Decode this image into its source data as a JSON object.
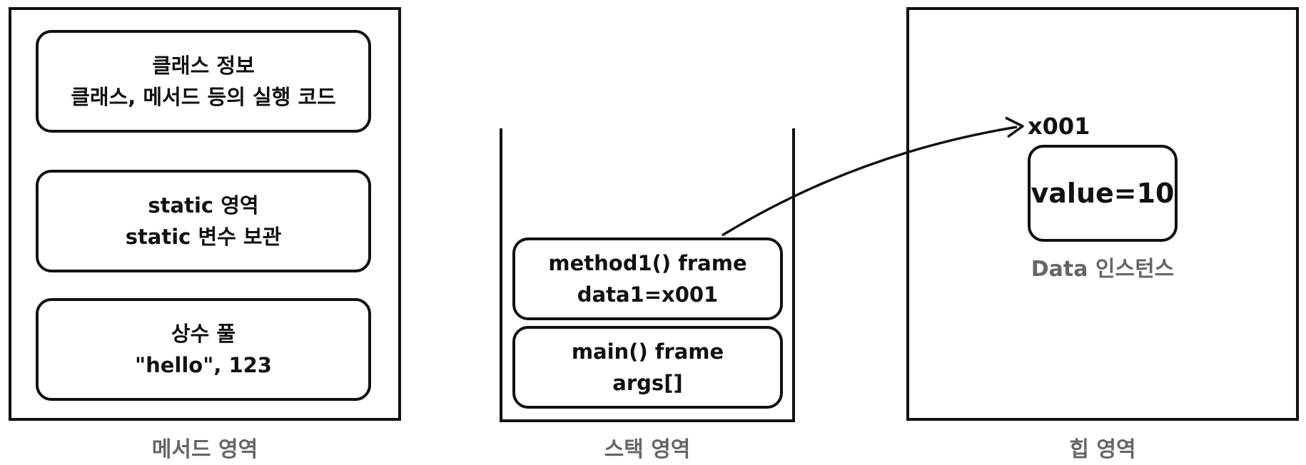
{
  "method_area": {
    "caption": "메서드 영역",
    "class_info": {
      "line1": "클래스 정보",
      "line2": "클래스, 메서드 등의 실행 코드"
    },
    "static_area": {
      "line1": "static 영역",
      "line2": "static 변수 보관"
    },
    "constant_pool": {
      "line1": "상수 풀",
      "line2": "\"hello\", 123"
    }
  },
  "stack_area": {
    "caption": "스택 영역",
    "frames": [
      {
        "line1": "method1() frame",
        "line2": "data1=x001"
      },
      {
        "line1": "main() frame",
        "line2": "args[]"
      }
    ]
  },
  "heap_area": {
    "caption": "힙 영역",
    "address": "x001",
    "instance_value": "value=10",
    "instance_caption": "Data 인스턴스"
  },
  "colors": {
    "stroke": "#111111",
    "caption": "#666666"
  }
}
